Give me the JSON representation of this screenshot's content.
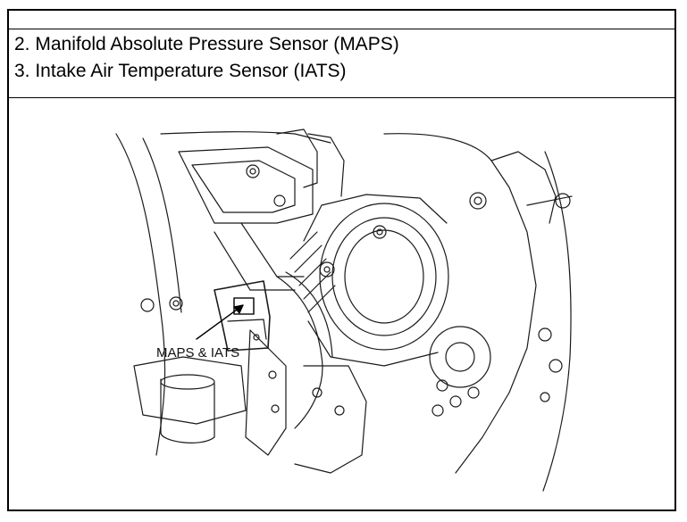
{
  "header": {
    "items": [
      {
        "number": "2.",
        "label": "2. Manifold Absolute Pressure Sensor (MAPS)"
      },
      {
        "number": "3.",
        "label": "3. Intake Air Temperature Sensor (IATS)"
      }
    ]
  },
  "diagram": {
    "callout_label": "MAPS & IATS",
    "line_color": "#1a1a1a",
    "fill_color": "#ffffff"
  }
}
